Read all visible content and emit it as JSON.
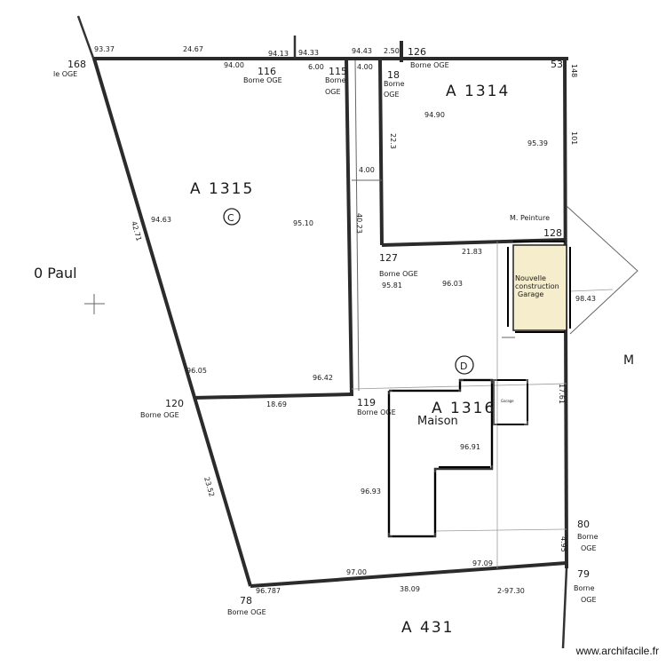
{
  "parcels": {
    "a1315": "A 1315",
    "a1314": "A 1314",
    "a1316": "A 1316",
    "a431": "A 431"
  },
  "markers": {
    "c": "C",
    "d": "D"
  },
  "labels": {
    "paul": "0 Paul",
    "maison": "Maison",
    "nouvelle": "Nouvelle",
    "construction": "construction",
    "garage": "Garage",
    "peinture": "M. Peinture",
    "m_right": "M",
    "oge_left": "le OGE",
    "small_garage": "Garage"
  },
  "points": [
    {
      "num": "168",
      "sub": ""
    },
    {
      "num": "116",
      "sub": "Borne OGE"
    },
    {
      "num": "115",
      "sub": "Borne OGE"
    },
    {
      "num": "18",
      "sub": "Borne OGE"
    },
    {
      "num": "126",
      "sub": "Borne OGE"
    },
    {
      "num": "127",
      "sub": "Borne OGE"
    },
    {
      "num": "128",
      "sub": ""
    },
    {
      "num": "120",
      "sub": "Borne OGE"
    },
    {
      "num": "119",
      "sub": "Borne OGE"
    },
    {
      "num": "80",
      "sub": "Borne OGE"
    },
    {
      "num": "79",
      "sub": "Borne OGE"
    },
    {
      "num": "78",
      "sub": "Borne OGE"
    },
    {
      "num": "53",
      "sub": ""
    }
  ],
  "borne": "Borne",
  "oge": "OGE",
  "elevations": [
    "94.00",
    "94.13",
    "94.33",
    "94.43",
    "94.90",
    "95.39",
    "94.63",
    "95.10",
    "95.81",
    "96.03",
    "96.05",
    "96.42",
    "96.93",
    "96.91",
    "97.00",
    "97.09",
    "96.787",
    "2-97.30",
    "98.43"
  ],
  "dimensions": [
    "93.37",
    "24.67",
    "6.00",
    "4.00",
    "2.50",
    "4.00",
    "22.3",
    "40.23",
    "21.83",
    "42.71",
    "18.69",
    "23.52",
    "38.09",
    "4.95",
    "17.61",
    "101",
    "148"
  ],
  "watermark": "www.archifacile.fr"
}
